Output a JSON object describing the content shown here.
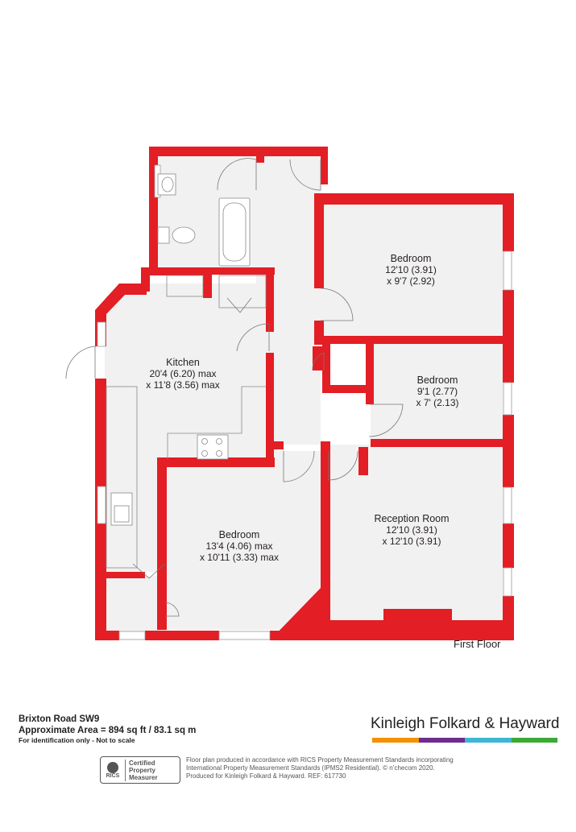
{
  "colors": {
    "wall": "#e31e24",
    "floor": "#f2f1f1",
    "fixture": "#c9c9c9"
  },
  "rooms": [
    {
      "id": "bedroom-1",
      "name": "Bedroom",
      "dim1": "12'10 (3.91)",
      "dim2": "x 9'7 (2.92)"
    },
    {
      "id": "bedroom-2",
      "name": "Bedroom",
      "dim1": "9'1 (2.77)",
      "dim2": "x 7' (2.13)"
    },
    {
      "id": "kitchen",
      "name": "Kitchen",
      "dim1": "20'4 (6.20) max",
      "dim2": "x 11'8 (3.56) max"
    },
    {
      "id": "bedroom-3",
      "name": "Bedroom",
      "dim1": "13'4 (4.06) max",
      "dim2": "x 10'11 (3.33) max"
    },
    {
      "id": "reception",
      "name": "Reception Room",
      "dim1": "12'10 (3.91)",
      "dim2": "x 12'10 (3.91)"
    }
  ],
  "floor_label": "First Floor",
  "address": "Brixton Road  SW9",
  "area": "Approximate Area = 894 sq ft / 83.1 sq m",
  "disclaimer": "For identification only - Not to scale",
  "brand": {
    "name": "Kinleigh Folkard & Hayward",
    "bar_colors": [
      "#f39200",
      "#6f2c91",
      "#3db7d5",
      "#3aaa35"
    ]
  },
  "badge": {
    "logo": "RICS",
    "line1": "Certified",
    "line2": "Property",
    "line3": "Measurer"
  },
  "footnote": {
    "line1": "Floor plan produced in accordance with RICS Property Measurement Standards incorporating",
    "line2": "International Property Measurement Standards (IPMS2 Residential).   © n’checom 2020.",
    "line3": "Produced for Kinleigh Folkard & Hayward.   REF: 617730"
  }
}
